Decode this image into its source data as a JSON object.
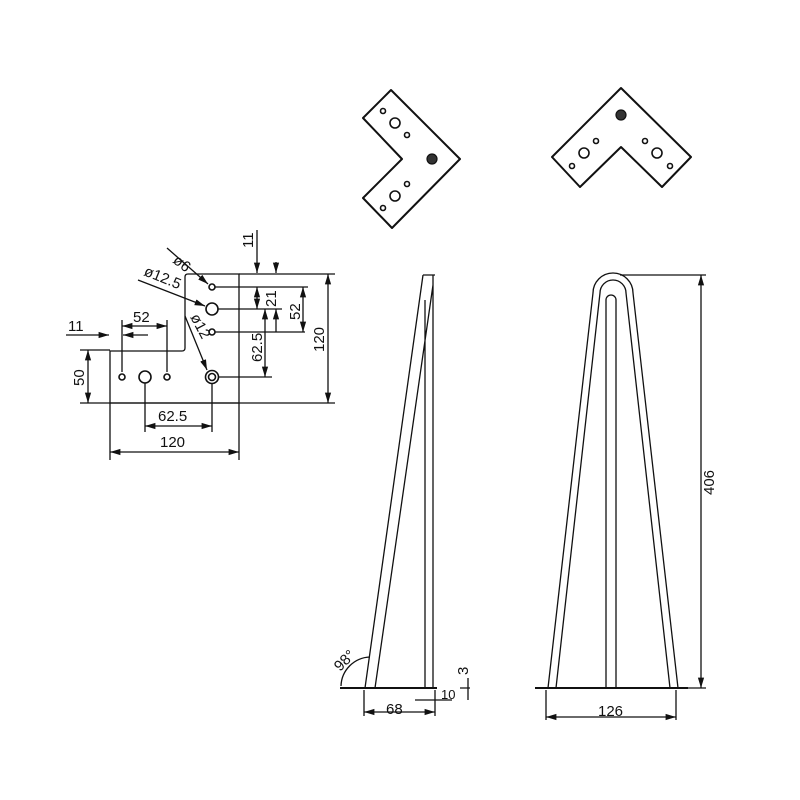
{
  "drawing": {
    "plate_dims": {
      "d6": "ø6",
      "d12_5": "ø12.5",
      "d12": "ø12",
      "top_11": "11",
      "left_11": "11",
      "v21": "21",
      "v52": "52",
      "v62_5": "62.5",
      "v120": "120",
      "h52": "52",
      "v50": "50",
      "h62_5": "62.5",
      "h120": "120"
    },
    "side_view": {
      "angle": "98°",
      "width": "68",
      "rod": "10",
      "plate": "3"
    },
    "front_view": {
      "height": "406",
      "width": "126"
    },
    "colors": {
      "line": "#111111",
      "background": "#ffffff"
    }
  }
}
